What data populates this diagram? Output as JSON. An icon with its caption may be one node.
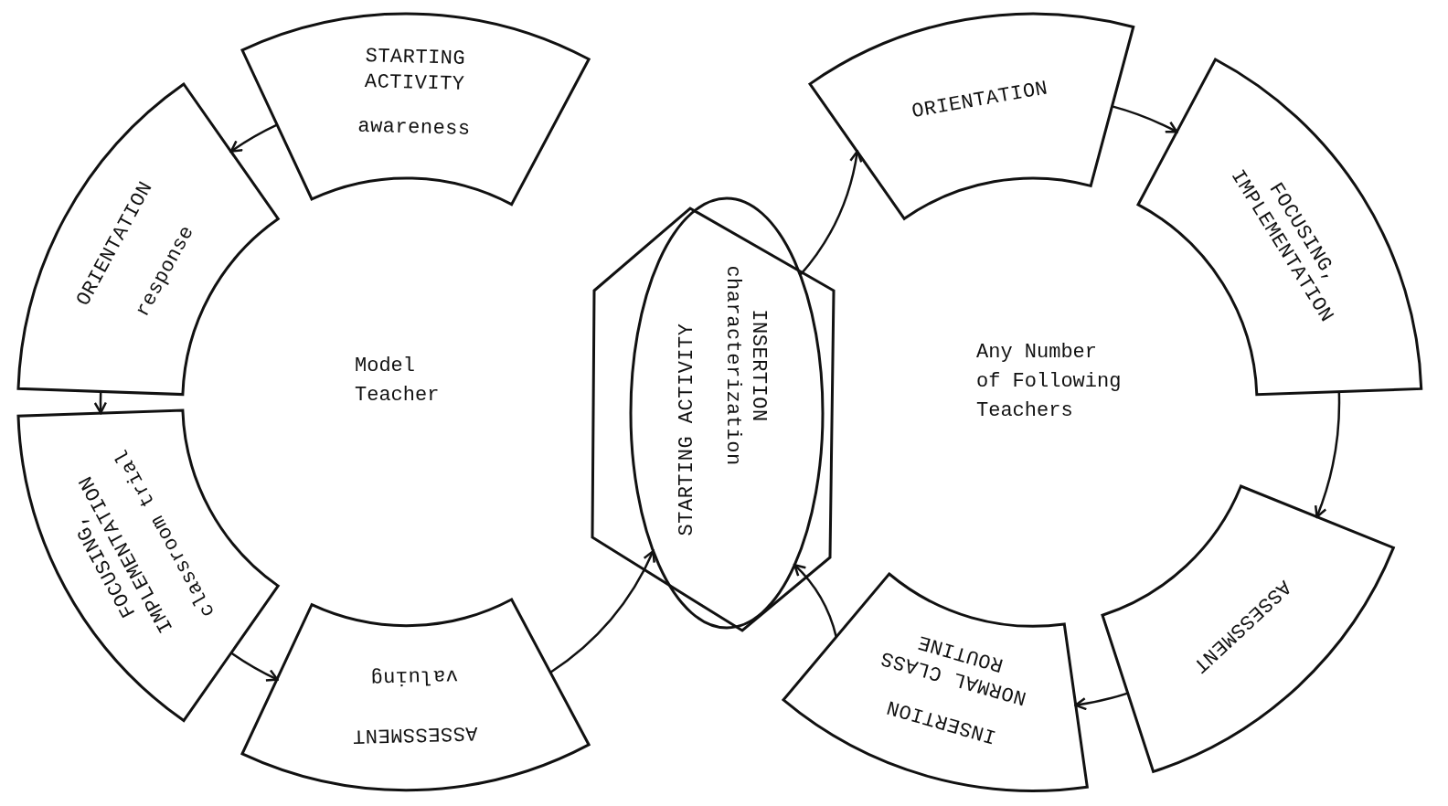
{
  "diagram": {
    "nodes": [
      {
        "text": [
          "STARTING ACTIVITY",
          "awareness"
        ]
      },
      {
        "text": [
          "ORIENTATION",
          "response"
        ]
      },
      {
        "text": [
          "FOCUSING, IMPLEMENTATION",
          "classroom trial"
        ]
      },
      {
        "text": [
          "ASSESSMENT",
          "valuing"
        ]
      },
      {
        "text": [
          "STARTING ACTIVITY",
          "INSERTION characterization"
        ]
      },
      {
        "text": [
          "ORIENTATION"
        ]
      },
      {
        "text": [
          "FOCUSING, IMPLEMENTATION"
        ]
      },
      {
        "text": [
          "ASSESSMENT"
        ]
      },
      {
        "text": [
          "INSERTION",
          "NORMAL CLASS ROUTINE"
        ]
      }
    ],
    "edges": [
      {
        "from": 0,
        "to": 1,
        "arrow": "to"
      },
      {
        "from": 1,
        "to": 2,
        "arrow": "to"
      },
      {
        "from": 2,
        "to": 3,
        "arrow": "to"
      },
      {
        "from": 3,
        "to": 4,
        "arrow": "to"
      },
      {
        "from": 4,
        "to": 5,
        "arrow": "to"
      },
      {
        "from": 5,
        "to": 6,
        "arrow": "to"
      },
      {
        "from": 6,
        "to": 7,
        "arrow": "to"
      },
      {
        "from": 7,
        "to": 8,
        "arrow": "to"
      },
      {
        "from": 8,
        "to": 4,
        "arrow": "to"
      }
    ],
    "labels": [
      "Model Teacher",
      "Any Number of Following Teachers"
    ]
  }
}
